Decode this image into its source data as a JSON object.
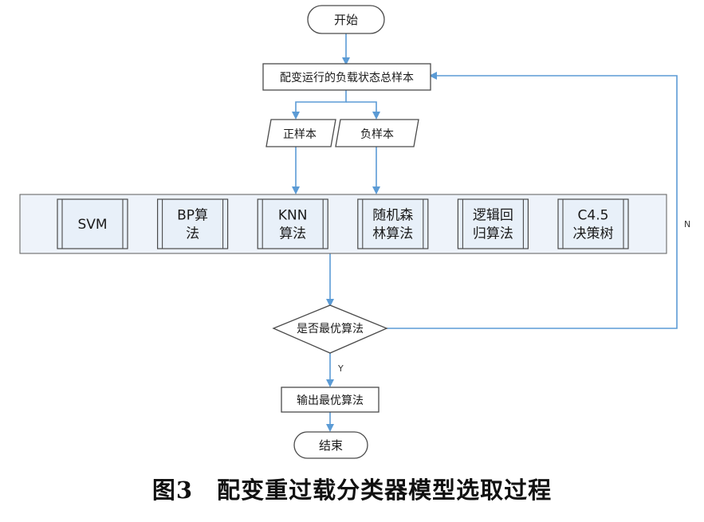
{
  "flowchart": {
    "start_label": "开始",
    "samples_label": "配变运行的负载状态总样本",
    "positive_label": "正样本",
    "negative_label": "负样本",
    "algorithms": [
      {
        "line1": "SVM",
        "line2": ""
      },
      {
        "line1": "BP算",
        "line2": "法"
      },
      {
        "line1": "KNN",
        "line2": "算法"
      },
      {
        "line1": "随机森",
        "line2": "林算法"
      },
      {
        "line1": "逻辑回",
        "line2": "归算法"
      },
      {
        "line1": "C4.5",
        "line2": "决策树"
      }
    ],
    "decision_label": "是否最优算法",
    "yes_label": "Y",
    "no_label": "N",
    "output_label": "输出最优算法",
    "end_label": "结束"
  },
  "caption": {
    "figure_number": "图3",
    "title": "配变重过载分类器模型选取过程"
  },
  "colors": {
    "line": "#5b9bd5",
    "border": "#4a4a4a",
    "panel_fill": "#eef3fa",
    "algo_fill": "#e8f0f9"
  }
}
